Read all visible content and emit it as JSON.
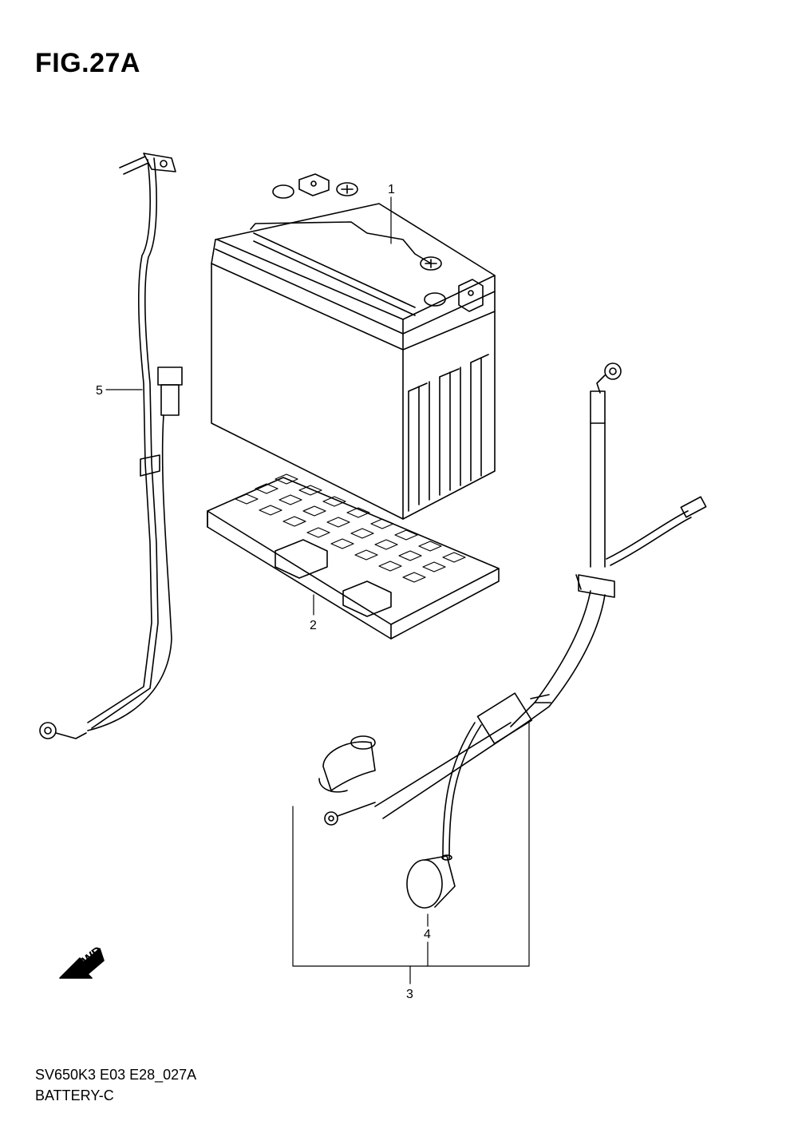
{
  "figure": {
    "title": "FIG.27A",
    "code": "SV650K3 E03 E28_027A",
    "name": "BATTERY-C"
  },
  "callouts": [
    {
      "id": "1",
      "label": "1"
    },
    {
      "id": "2",
      "label": "2"
    },
    {
      "id": "3",
      "label": "3"
    },
    {
      "id": "4",
      "label": "4"
    },
    {
      "id": "5",
      "label": "5"
    }
  ],
  "fwd_marker": {
    "label": "FWD",
    "icon": "fwd-arrow-icon"
  },
  "colors": {
    "line": "#000000",
    "background": "#ffffff"
  }
}
